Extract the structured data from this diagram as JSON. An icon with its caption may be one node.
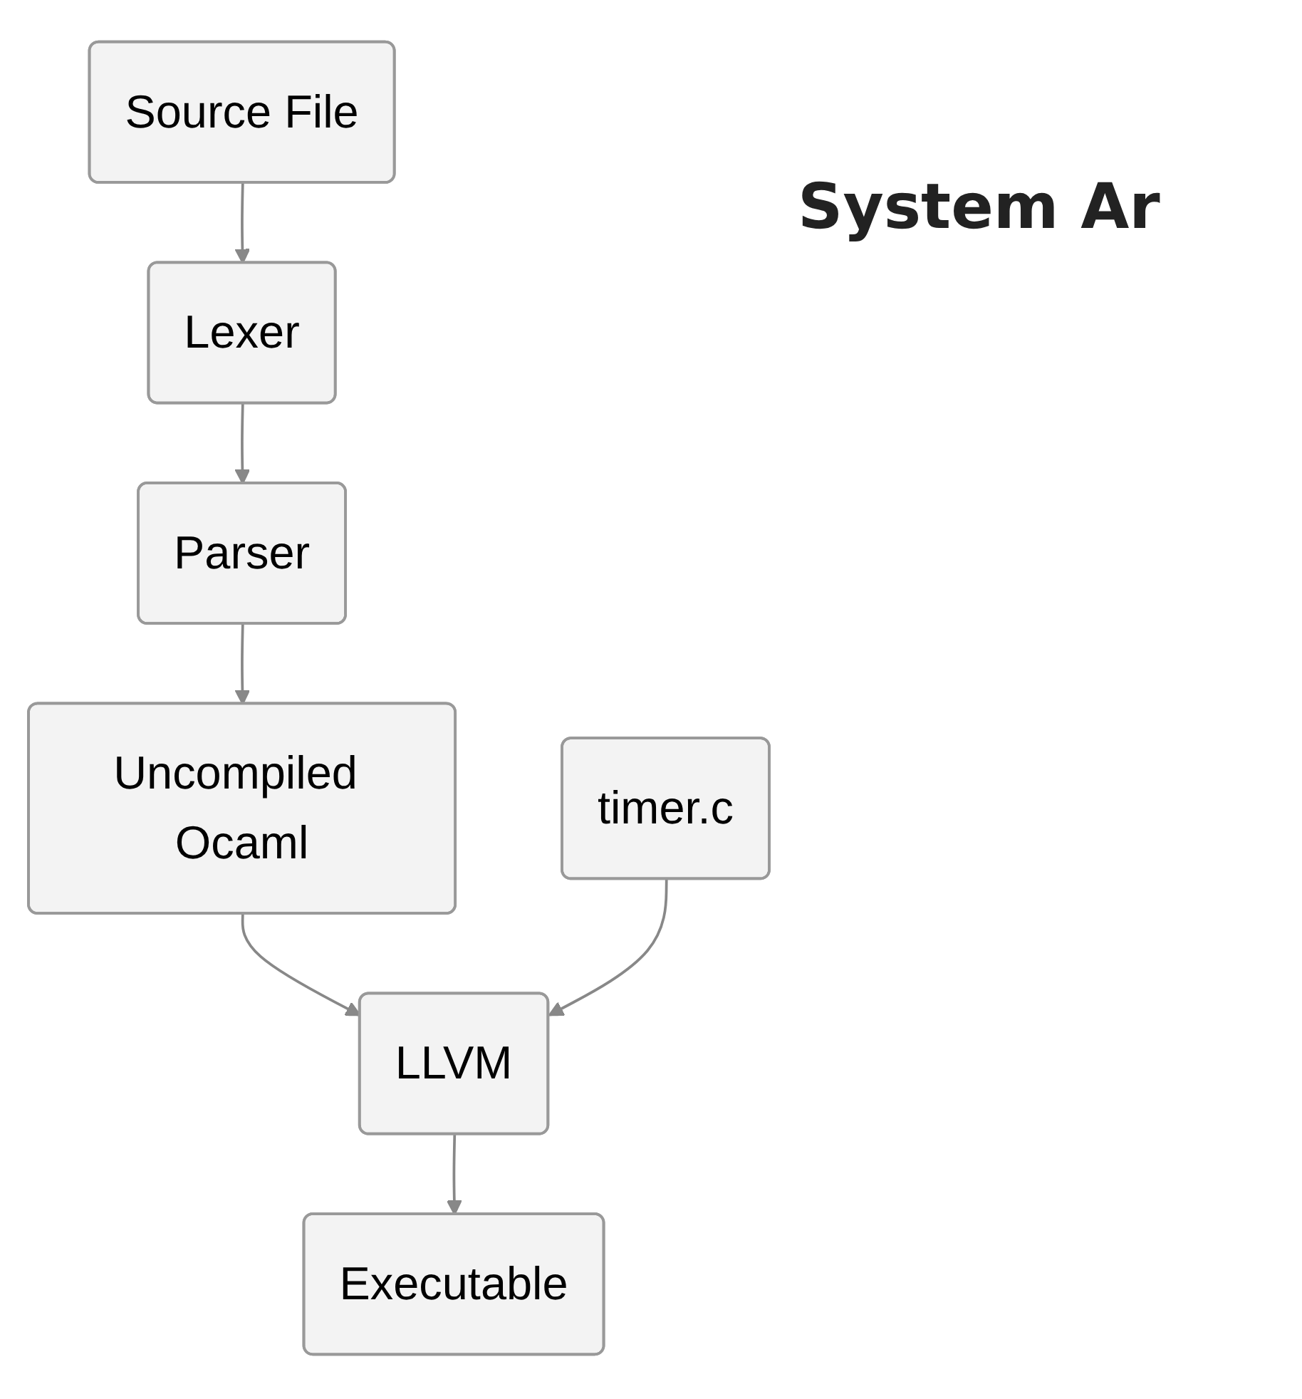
{
  "diagram": {
    "title": "System Ar",
    "nodes": [
      {
        "text": [
          "Source File"
        ]
      },
      {
        "text": [
          "Lexer"
        ]
      },
      {
        "text": [
          "Parser"
        ]
      },
      {
        "text": [
          "Uncompiled Ocaml"
        ]
      },
      {
        "text": [
          "LLVM"
        ]
      },
      {
        "text": [
          "Executable"
        ]
      },
      {
        "text": [
          "timer.c"
        ]
      }
    ],
    "edges": [
      {
        "from": 0,
        "to": 1,
        "arrow": "to"
      },
      {
        "from": 1,
        "to": 2,
        "arrow": "to"
      },
      {
        "from": 2,
        "to": 3,
        "arrow": "to"
      },
      {
        "from": 3,
        "to": 4,
        "arrow": "to"
      },
      {
        "from": 6,
        "to": 4,
        "arrow": "to"
      },
      {
        "from": 4,
        "to": 5,
        "arrow": "to"
      }
    ]
  }
}
